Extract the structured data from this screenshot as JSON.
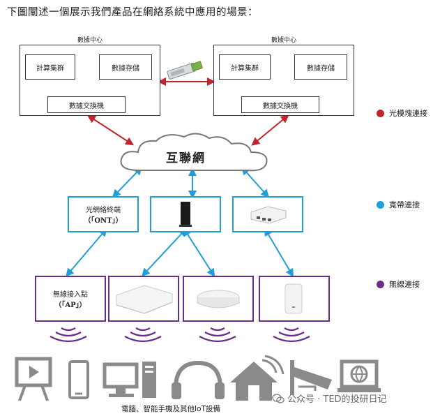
{
  "intro": "下圖闡述一個展示我們產品在網絡系統中應用的場景：",
  "datacenters": [
    {
      "title": "數據中心",
      "compute": "計算集群",
      "storage": "數據存儲",
      "switch": "數據交換機"
    },
    {
      "title": "數據中心",
      "compute": "計算集群",
      "storage": "數據存儲",
      "switch": "數據交換機"
    }
  ],
  "cloud_label": "互聯網",
  "ont": {
    "line1": "光網絡終端",
    "line2": "（「ONT」）"
  },
  "ap": {
    "line1": "無線接入點",
    "line2": "（「AP」）"
  },
  "legend": [
    {
      "label": "光模塊連接",
      "color": "#c0262d"
    },
    {
      "label": "寬帶連接",
      "color": "#1e9fd8"
    },
    {
      "label": "無線連接",
      "color": "#6a2c8c"
    }
  ],
  "devices_caption": "電腦、智能手機及其他IoT設備",
  "watermark": "公众号 · TED的投研日记",
  "colors": {
    "optical": "#c0262d",
    "broadband": "#1e9fd8",
    "wireless": "#6a2c8c",
    "icon_gray": "#8a8a8a"
  }
}
